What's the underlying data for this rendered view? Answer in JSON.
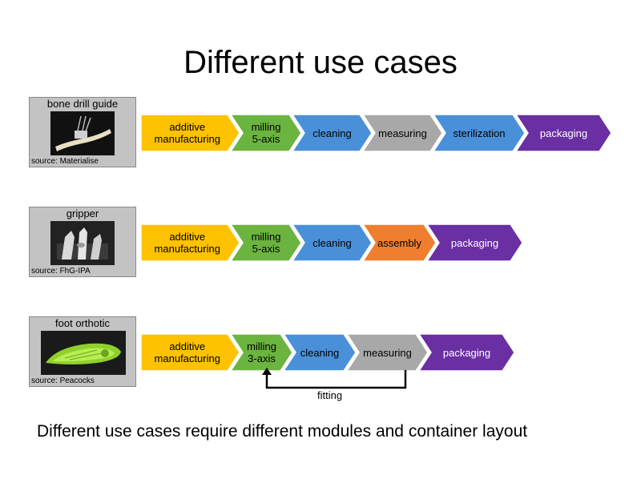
{
  "title": "Different use cases",
  "caption": "Different use cases require different modules and container layout",
  "colors": {
    "additive": "#ffc200",
    "milling": "#6bb43f",
    "cleaning": "#4a90d9",
    "measuring": "#a8a8a8",
    "sterilization": "#4a90d9",
    "assembly": "#ef7f2e",
    "packaging": "#6a2fa3"
  },
  "cases": [
    {
      "title": "bone drill guide",
      "source": "source: Materialise",
      "icon": "bone-drill-guide-photo",
      "steps": [
        {
          "label": "additive\nmanufacturing",
          "kind": "additive"
        },
        {
          "label": "milling\n5-axis",
          "kind": "milling"
        },
        {
          "label": "cleaning",
          "kind": "cleaning"
        },
        {
          "label": "measuring",
          "kind": "measuring"
        },
        {
          "label": "sterilization",
          "kind": "sterilization"
        },
        {
          "label": "packaging",
          "kind": "packaging"
        }
      ]
    },
    {
      "title": "gripper",
      "source": "source: FhG-IPA",
      "icon": "gripper-photo",
      "steps": [
        {
          "label": "additive\nmanufacturing",
          "kind": "additive"
        },
        {
          "label": "milling\n5-axis",
          "kind": "milling"
        },
        {
          "label": "cleaning",
          "kind": "cleaning"
        },
        {
          "label": "assembly",
          "kind": "assembly"
        },
        {
          "label": "packaging",
          "kind": "packaging"
        }
      ]
    },
    {
      "title": "foot orthotic",
      "source": "source: Peacocks",
      "icon": "foot-orthotic-photo",
      "steps": [
        {
          "label": "additive\nmanufacturing",
          "kind": "additive"
        },
        {
          "label": "milling\n3-axis",
          "kind": "milling"
        },
        {
          "label": "cleaning",
          "kind": "cleaning"
        },
        {
          "label": "measuring",
          "kind": "measuring"
        },
        {
          "label": "packaging",
          "kind": "packaging"
        }
      ]
    }
  ],
  "feedback": {
    "label": "fitting",
    "from_step": "measuring",
    "to_step": "milling\n3-axis"
  }
}
